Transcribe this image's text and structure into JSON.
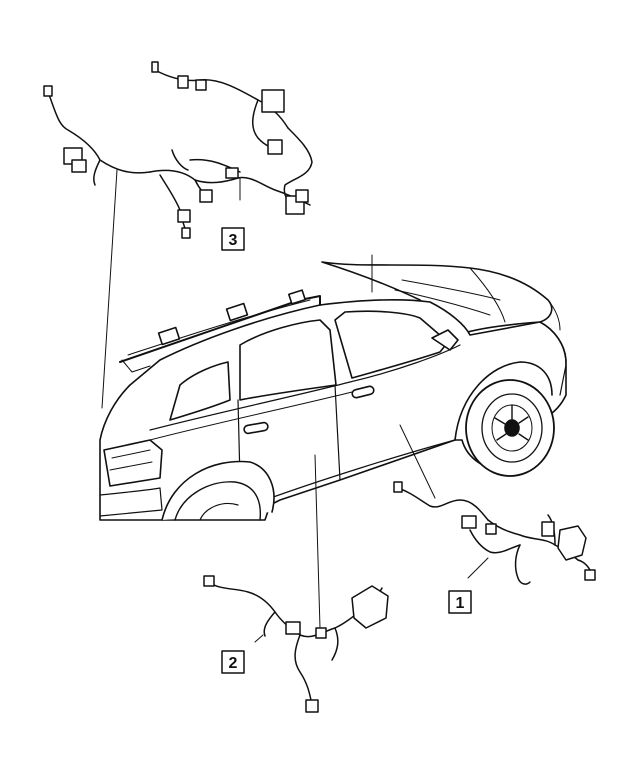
{
  "diagram": {
    "callouts": [
      {
        "label": "1"
      },
      {
        "label": "2"
      },
      {
        "label": "3"
      }
    ]
  }
}
